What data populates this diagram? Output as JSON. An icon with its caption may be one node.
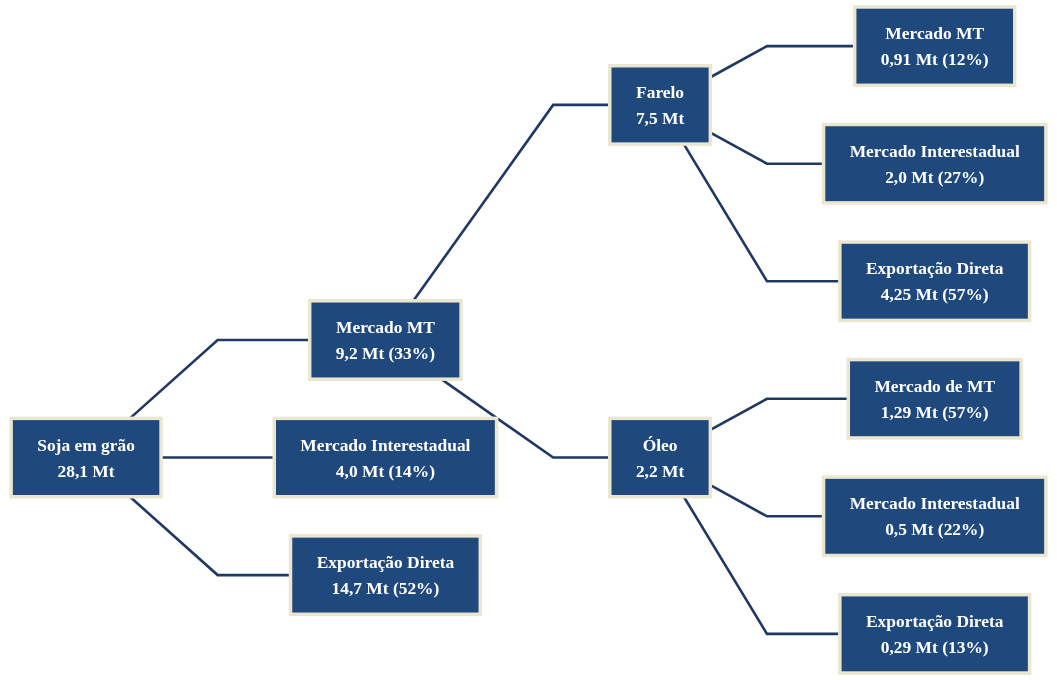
{
  "diagram": {
    "nodes": [
      {
        "text": [
          "Soja em grão",
          "28,1 Mt"
        ]
      },
      {
        "text": [
          "Mercado MT",
          "9,2 Mt (33%)"
        ]
      },
      {
        "text": [
          "Mercado Interestadual",
          "4,0 Mt (14%)"
        ]
      },
      {
        "text": [
          "Exportação Direta",
          "14,7 Mt (52%)"
        ]
      },
      {
        "text": [
          "Farelo",
          "7,5 Mt"
        ]
      },
      {
        "text": [
          "Óleo",
          "2,2 Mt"
        ]
      },
      {
        "text": [
          "Mercado MT",
          "0,91 Mt (12%)"
        ]
      },
      {
        "text": [
          "Mercado Interestadual",
          "2,0 Mt (27%)"
        ]
      },
      {
        "text": [
          "Exportação Direta",
          "4,25 Mt (57%)"
        ]
      },
      {
        "text": [
          "Mercado de MT",
          "1,29 Mt (57%)"
        ]
      },
      {
        "text": [
          "Mercado Interestadual",
          "0,5 Mt (22%)"
        ]
      },
      {
        "text": [
          "Exportação Direta",
          "0,29 Mt (13%)"
        ]
      }
    ],
    "edges": [
      {
        "from": 0,
        "to": 1,
        "arrow": "none"
      },
      {
        "from": 0,
        "to": 2,
        "arrow": "none"
      },
      {
        "from": 0,
        "to": 3,
        "arrow": "none"
      },
      {
        "from": 1,
        "to": 4,
        "arrow": "none"
      },
      {
        "from": 1,
        "to": 5,
        "arrow": "none"
      },
      {
        "from": 4,
        "to": 6,
        "arrow": "none"
      },
      {
        "from": 4,
        "to": 7,
        "arrow": "none"
      },
      {
        "from": 4,
        "to": 8,
        "arrow": "none"
      },
      {
        "from": 5,
        "to": 9,
        "arrow": "none"
      },
      {
        "from": 5,
        "to": 10,
        "arrow": "none"
      },
      {
        "from": 5,
        "to": 11,
        "arrow": "none"
      }
    ]
  }
}
